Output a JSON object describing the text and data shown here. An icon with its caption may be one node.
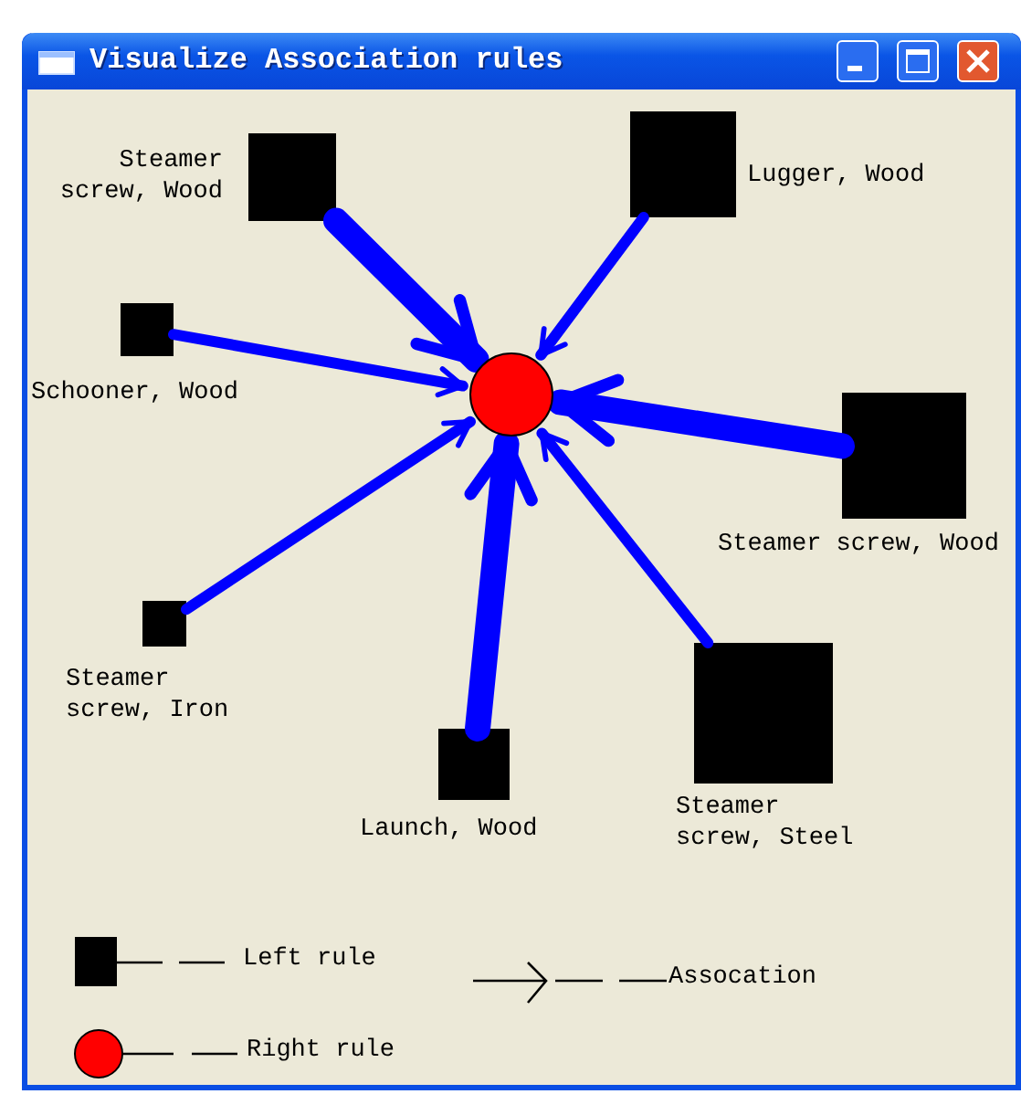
{
  "diagram": {
    "title": "Visualize Association rules",
    "nodes": [
      {
        "text": [
          "Steamer screw, Wood"
        ]
      },
      {
        "text": [
          "Lugger, Wood"
        ]
      },
      {
        "text": [
          "Schooner, Wood"
        ]
      },
      {
        "text": [],
        "shape": "circle"
      },
      {
        "text": [
          "Steamer screw, Wood"
        ]
      },
      {
        "text": [
          "Steamer screw, Iron"
        ]
      },
      {
        "text": [
          "Launch, Wood"
        ]
      },
      {
        "text": [
          "Steamer screw, Steel"
        ]
      }
    ],
    "edges": [
      {
        "from": 0,
        "to": 3,
        "arrow": "to",
        "style": "thick"
      },
      {
        "from": 1,
        "to": 3,
        "arrow": "to"
      },
      {
        "from": 2,
        "to": 3,
        "arrow": "to"
      },
      {
        "from": 4,
        "to": 3,
        "arrow": "to",
        "style": "thick"
      },
      {
        "from": 5,
        "to": 3,
        "arrow": "to"
      },
      {
        "from": 6,
        "to": 3,
        "arrow": "to",
        "style": "thick"
      },
      {
        "from": 7,
        "to": 3,
        "arrow": "to"
      }
    ],
    "legend": [
      {
        "text": "Left rule"
      },
      {
        "text": "Right rule"
      },
      {
        "text": "Assocation"
      }
    ]
  }
}
